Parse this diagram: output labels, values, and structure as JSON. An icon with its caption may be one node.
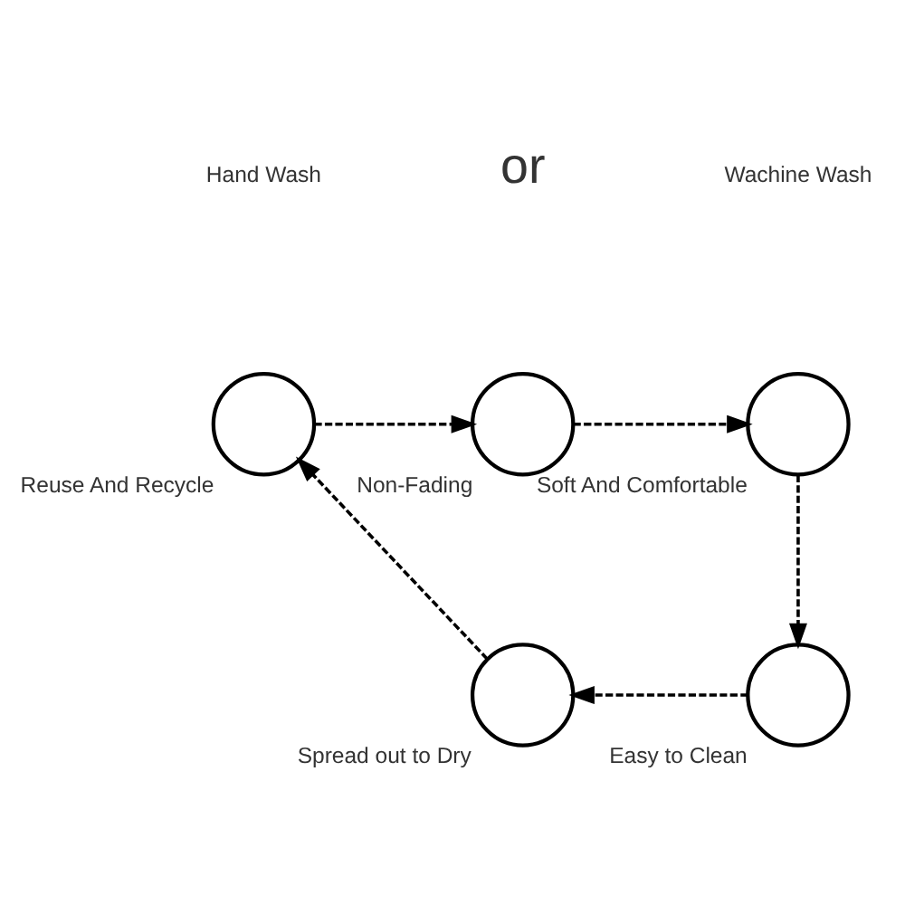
{
  "diagram": {
    "nodes": [
      {
        "text": [],
        "shape": "circle",
        "beside": [
          "Non-Fading"
        ]
      },
      {
        "text": [],
        "shape": "circle",
        "beside": [
          "Soft And Comfortable"
        ]
      },
      {
        "text": [],
        "shape": "circle",
        "beside": [
          "Easy to Clean"
        ]
      },
      {
        "text": [],
        "shape": "circle",
        "beside": [
          "Spread out to Dry"
        ]
      },
      {
        "text": [],
        "shape": "circle",
        "beside": [
          "Reuse And Recycle"
        ]
      }
    ],
    "edges": [
      {
        "from": 0,
        "to": 1,
        "arrow": "to",
        "style": "dashed"
      },
      {
        "from": 1,
        "to": 2,
        "arrow": "to",
        "style": "dashed"
      },
      {
        "from": 2,
        "to": 3,
        "arrow": "to",
        "style": "dashed"
      },
      {
        "from": 3,
        "to": 4,
        "arrow": "to",
        "style": "dashed"
      },
      {
        "from": 4,
        "to": 0,
        "arrow": "to",
        "style": "dashed"
      }
    ],
    "labels": [
      "Hand Wash",
      "or",
      "Wachine Wash"
    ]
  }
}
